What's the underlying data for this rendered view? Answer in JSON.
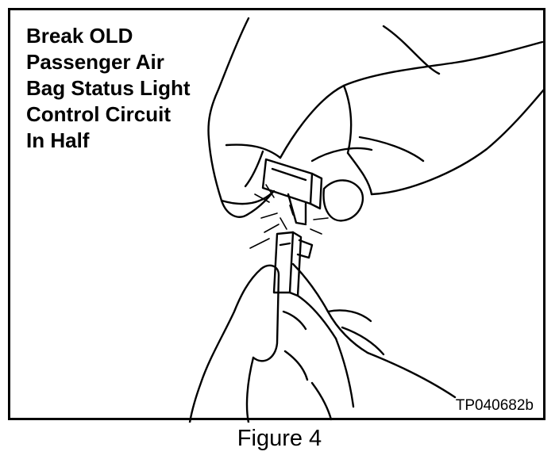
{
  "figure": {
    "title_lines": [
      "Break OLD",
      "Passenger Air",
      "Bag Status Light",
      "Control Circuit",
      "In Half"
    ],
    "reference_code": "TP040682b",
    "caption": "Figure 4"
  },
  "illustration": {
    "subject": "two-hands-snapping-circuit-board-in-half",
    "line_color": "#000000",
    "background_color": "#ffffff"
  }
}
